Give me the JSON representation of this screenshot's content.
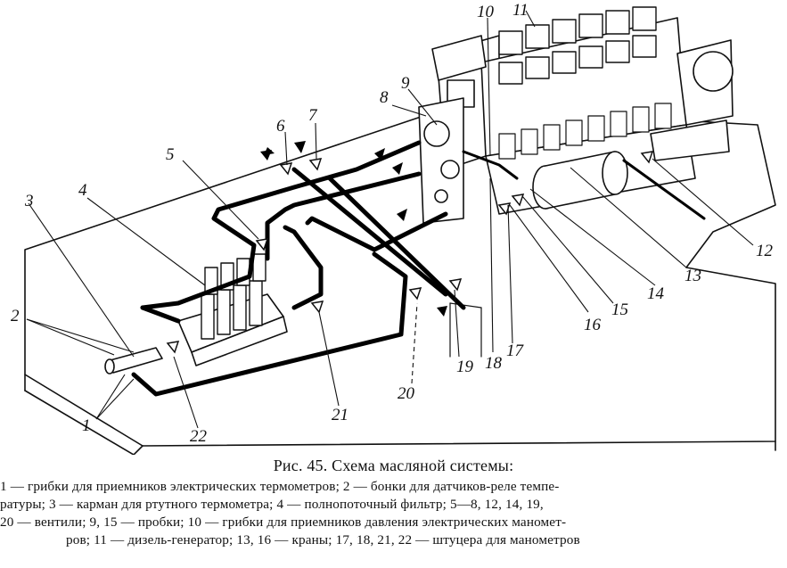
{
  "figure": {
    "callouts": [
      {
        "id": "1",
        "text": "1"
      },
      {
        "id": "2",
        "text": "2"
      },
      {
        "id": "3",
        "text": "3"
      },
      {
        "id": "4",
        "text": "4"
      },
      {
        "id": "5",
        "text": "5"
      },
      {
        "id": "6",
        "text": "6"
      },
      {
        "id": "7",
        "text": "7"
      },
      {
        "id": "8",
        "text": "8"
      },
      {
        "id": "9",
        "text": "9"
      },
      {
        "id": "10",
        "text": "10"
      },
      {
        "id": "11",
        "text": "11"
      },
      {
        "id": "12",
        "text": "12"
      },
      {
        "id": "13",
        "text": "13"
      },
      {
        "id": "14",
        "text": "14"
      },
      {
        "id": "15",
        "text": "15"
      },
      {
        "id": "16",
        "text": "16"
      },
      {
        "id": "17",
        "text": "17"
      },
      {
        "id": "18",
        "text": "18"
      },
      {
        "id": "19",
        "text": "19"
      },
      {
        "id": "20",
        "text": "20"
      },
      {
        "id": "21",
        "text": "21"
      },
      {
        "id": "22",
        "text": "22"
      }
    ]
  },
  "caption": {
    "title": "Рис. 45. Схема масляной системы:",
    "lines": [
      "1 — грибки для приемников электрических термометров; 2 — бонки для датчиков-реле темпе-",
      "ратуры; 3 — карман для ртутного термометра; 4 — полнопоточный фильтр; 5—8, 12, 14, 19,",
      "20 — вентили; 9, 15 — пробки; 10 — грибки для приемников давления электрических маномет-",
      "ров; 11 — дизель-генератор; 13, 16 — краны; 17, 18, 21, 22 — штуцера для манометров"
    ]
  }
}
